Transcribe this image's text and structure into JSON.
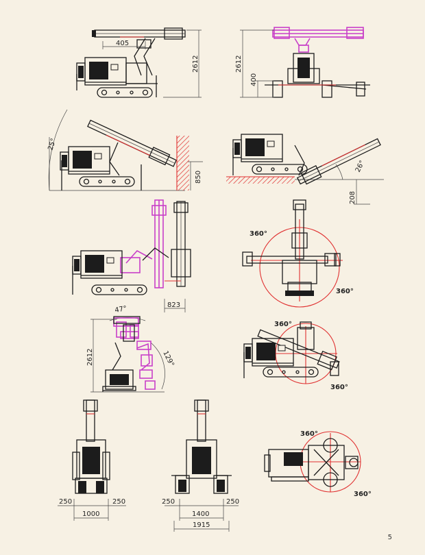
{
  "page_number": "5",
  "colors": {
    "ink": "#1c1c1c",
    "magenta": "#c83fc8",
    "red": "#e03030",
    "background": "#f7f1e4"
  },
  "views": {
    "side_view": {
      "dim_405": "405",
      "height": "2612"
    },
    "front_view": {
      "height": "2612",
      "ground_clearance": "400"
    },
    "wall_view": {
      "angle": "25°",
      "wall_height": "850"
    },
    "trench_view": {
      "angle": "26°",
      "depth": "208"
    },
    "offset_view": {
      "offset": "823"
    },
    "top_rotation_view": {
      "rotation_left": "360°",
      "rotation_right": "360°"
    },
    "tilt_view": {
      "angle_top": "47°",
      "angle_side": "129°",
      "height": "2612"
    },
    "side_rotation_view": {
      "rotation_top": "360°",
      "rotation_bottom": "360°"
    },
    "rear_narrow": {
      "left": "250",
      "right": "250",
      "track_width": "1000"
    },
    "rear_wide": {
      "left": "250",
      "right": "250",
      "track_width": "1400",
      "overall_width": "1915"
    },
    "top_view": {
      "rotation_top": "360°",
      "rotation_bottom": "360°"
    }
  }
}
